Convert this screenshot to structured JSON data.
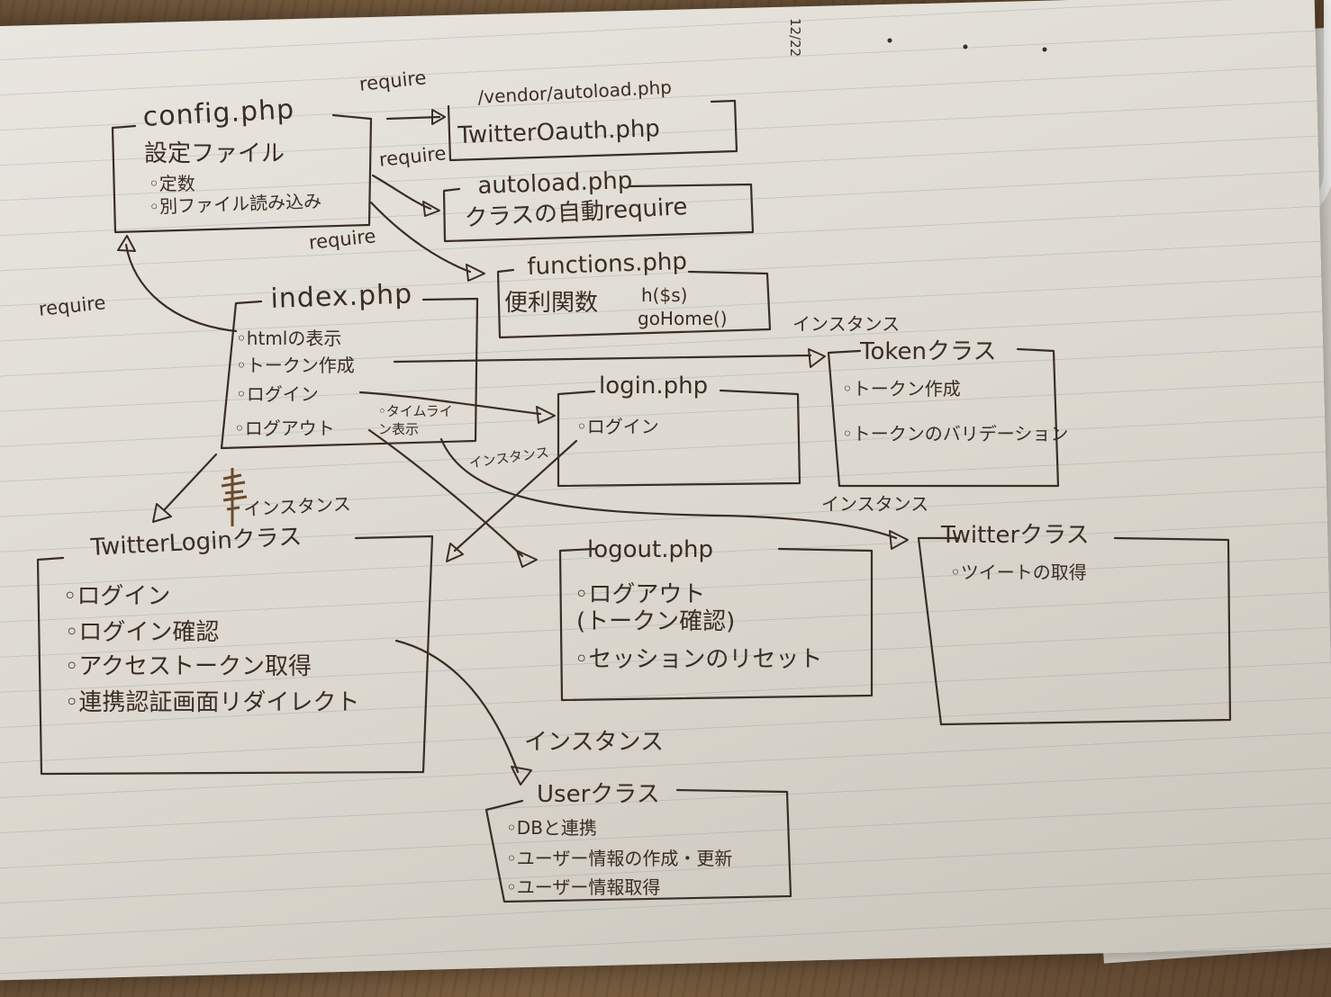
{
  "diagram": {
    "nodes": [
      {
        "id": "config",
        "title": "config.php",
        "items": [
          "設定ファイル",
          "◦定数",
          "◦別ファイル読み込み"
        ]
      },
      {
        "id": "vendor",
        "title": "/vendor/autoload.php",
        "items": [
          "TwitterOauth.php"
        ]
      },
      {
        "id": "autoload",
        "title": "autoload.php",
        "items": [
          "クラスの自動require"
        ]
      },
      {
        "id": "functions",
        "title": "functions.php",
        "items": [
          "便利関数",
          "h($s)",
          "goHome()"
        ]
      },
      {
        "id": "index",
        "title": "index.php",
        "items": [
          "◦htmlの表示",
          "◦トークン作成",
          "◦ログイン",
          "◦ログアウト",
          "◦タイムライン表示"
        ]
      },
      {
        "id": "token",
        "title": "Tokenクラス",
        "items": [
          "◦トークン作成",
          "◦トークンのバリデーション"
        ]
      },
      {
        "id": "login",
        "title": "login.php",
        "items": [
          "◦ログイン"
        ]
      },
      {
        "id": "twitterlogin",
        "title": "TwitterLoginクラス",
        "items": [
          "◦ログイン",
          "◦ログイン確認",
          "◦アクセストークン取得",
          "◦連携認証画面リダイレクト"
        ]
      },
      {
        "id": "logout",
        "title": "logout.php",
        "items": [
          "◦ログアウト",
          "(トークン確認)",
          "◦セッションのリセット"
        ]
      },
      {
        "id": "twitter",
        "title": "Twitterクラス",
        "items": [
          "◦ツイートの取得"
        ]
      },
      {
        "id": "user",
        "title": "Userクラス",
        "items": [
          "◦DBと連携",
          "◦ユーザー情報の作成・更新",
          "◦ユーザー情報取得"
        ]
      }
    ],
    "edge_labels": {
      "require_vendor": "require",
      "require_autoload": "require",
      "require_functions": "require",
      "require_config": "require",
      "inst_token": "インスタンス",
      "inst_twitterlogin": "インスタンス",
      "inst_login": "インスタンス",
      "inst_twitter": "インスタンス",
      "inst_user": "インスタンス"
    },
    "edges": [
      {
        "from": "config",
        "to": "vendor",
        "label": "require"
      },
      {
        "from": "config",
        "to": "autoload",
        "label": "require"
      },
      {
        "from": "config",
        "to": "functions",
        "label": "require"
      },
      {
        "from": "index",
        "to": "config",
        "label": "require"
      },
      {
        "from": "index",
        "to": "token",
        "label": "インスタンス"
      },
      {
        "from": "index",
        "to": "login",
        "label": ""
      },
      {
        "from": "index",
        "to": "twitterlogin",
        "label": "インスタンス"
      },
      {
        "from": "index",
        "to": "logout",
        "label": ""
      },
      {
        "from": "index",
        "to": "twitter",
        "label": "インスタンス"
      },
      {
        "from": "login",
        "to": "twitterlogin",
        "label": "インスタンス"
      },
      {
        "from": "twitterlogin",
        "to": "user",
        "label": "インスタンス"
      }
    ],
    "corner_mark": "12/22"
  }
}
